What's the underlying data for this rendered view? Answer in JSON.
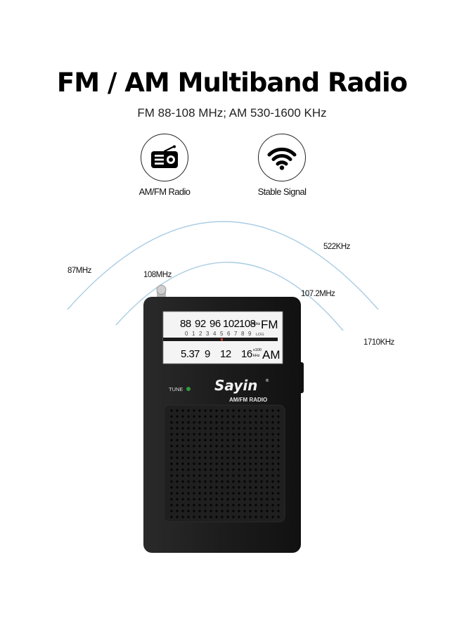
{
  "header": {
    "title": "FM / AM Multiband Radio",
    "subtitle": "FM 88-108 MHz; AM 530-1600 KHz"
  },
  "features": [
    {
      "icon": "radio-icon",
      "label": "AM/FM Radio"
    },
    {
      "icon": "wifi-signal-icon",
      "label": "Stable Signal"
    }
  ],
  "frequency_labels": {
    "outer_left": "87MHz",
    "outer_right_top": "522KHz",
    "outer_right_bottom": "1710KHz",
    "inner_left": "108MHz",
    "inner_right": "107.2MHz"
  },
  "radio": {
    "brand": "Sayin",
    "registered": "®",
    "model": "AM/FM RADIO",
    "tune_label": "TUNE",
    "fm_scale": [
      "88",
      "92",
      "96",
      "102",
      "108"
    ],
    "fm_unit": "MHz",
    "fm_band": "FM",
    "log_scale": [
      "0",
      "1",
      "2",
      "3",
      "4",
      "5",
      "6",
      "7",
      "8",
      "9"
    ],
    "log_label": "LOG",
    "am_scale": [
      "5.3",
      "7",
      "9",
      "12",
      "16"
    ],
    "am_unit_top": "x100",
    "am_unit_bottom": "kHz",
    "am_band": "AM"
  },
  "colors": {
    "body": "#1a1a1a",
    "dial_face": "#f4f4f4",
    "wave": "#a9cde3",
    "tune_led": "#2e9b3e",
    "needle": "#d23a2a"
  }
}
